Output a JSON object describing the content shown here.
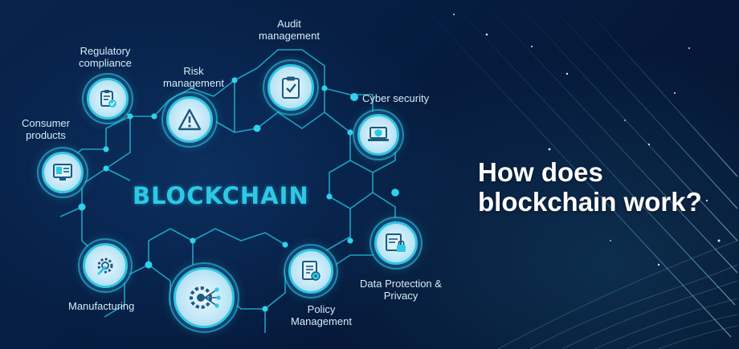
{
  "center_label": "BLOCKCHAIN",
  "headline": {
    "line1": "How does",
    "line2": "blockchain work?"
  },
  "labels": {
    "regulatory": "Regulatory compliance",
    "risk": "Risk management",
    "audit": "Audit management",
    "cyber": "Cyber security",
    "consumer": "Consumer products",
    "data_protection": "Data Protection & Privacy",
    "policy": "Policy Management",
    "manufacturing": "Manufacturing"
  },
  "icons": {
    "regulatory": "clipboard-check-icon",
    "risk": "warning-icon",
    "audit": "checklist-icon",
    "cyber": "laptop-shield-icon",
    "consumer": "product-screen-icon",
    "data_protection": "data-lock-icon",
    "policy": "policy-document-icon",
    "manufacturing": "gear-wrench-icon",
    "center_bottom": "gear-network-icon"
  },
  "colors": {
    "accent": "#2cc9e6",
    "background": "#071a3a",
    "headline": "#ffffff"
  }
}
